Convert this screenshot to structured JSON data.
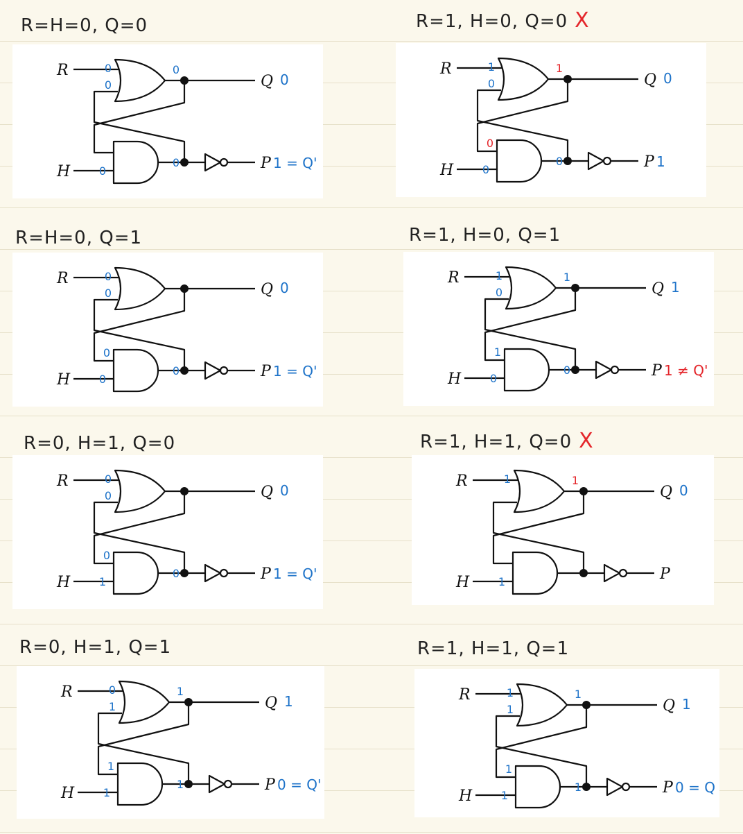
{
  "colors": {
    "paper": "#fbf8ec",
    "ruled_line": "#e6e0c9",
    "circuit_ink": "#111111",
    "annotation_blue": "#1e73c9",
    "annotation_red": "#e4262b"
  },
  "labels": {
    "r_input": "R",
    "h_input": "H",
    "q_output": "Q",
    "p_output": "P"
  },
  "cases": [
    {
      "heading": "R=H=0, Q=0",
      "heading_mark": "",
      "r_mark": "0",
      "or_feedback_mark": "0",
      "q_mark": "0",
      "and_feedback_mark": "",
      "h_mark": "0",
      "and_out_mark": "0",
      "q_note": "0",
      "q_note_color": "blue",
      "p_note": "1 = Q'",
      "p_note_color": "blue",
      "red_marks": []
    },
    {
      "heading": "R=1, H=0, Q=0",
      "heading_mark": "X",
      "r_mark": "1",
      "or_feedback_mark": "0",
      "q_mark": "1",
      "and_feedback_mark": "0",
      "h_mark": "0",
      "and_out_mark": "0",
      "q_note": "0",
      "q_note_color": "blue",
      "p_note": "1",
      "p_note_color": "blue",
      "red_marks": [
        "q_mark",
        "and_feedback_mark"
      ]
    },
    {
      "heading": "R=H=0, Q=1",
      "heading_mark": "",
      "r_mark": "0",
      "or_feedback_mark": "0",
      "q_mark": "",
      "and_feedback_mark": "0",
      "h_mark": "0",
      "and_out_mark": "0",
      "q_note": "0",
      "q_note_color": "blue",
      "p_note": "1 = Q'",
      "p_note_color": "blue",
      "red_marks": []
    },
    {
      "heading": "R=1, H=0, Q=1",
      "heading_mark": "",
      "r_mark": "1",
      "or_feedback_mark": "0",
      "q_mark": "1",
      "and_feedback_mark": "1",
      "h_mark": "0",
      "and_out_mark": "0",
      "q_note": "1",
      "q_note_color": "blue",
      "p_note": "1 ≠ Q'",
      "p_note_color": "red",
      "red_marks": []
    },
    {
      "heading": "R=0, H=1, Q=0",
      "heading_mark": "",
      "r_mark": "0",
      "or_feedback_mark": "0",
      "q_mark": "",
      "and_feedback_mark": "0",
      "h_mark": "1",
      "and_out_mark": "0",
      "q_note": "0",
      "q_note_color": "blue",
      "p_note": "1 = Q'",
      "p_note_color": "blue",
      "red_marks": []
    },
    {
      "heading": "R=1, H=1, Q=0",
      "heading_mark": "X",
      "r_mark": "1",
      "or_feedback_mark": "",
      "q_mark": "1",
      "and_feedback_mark": "",
      "h_mark": "1",
      "and_out_mark": "",
      "q_note": "0",
      "q_note_color": "blue",
      "p_note": "",
      "p_note_color": "blue",
      "red_marks": [
        "q_mark"
      ]
    },
    {
      "heading": "R=0, H=1, Q=1",
      "heading_mark": "",
      "r_mark": "0",
      "or_feedback_mark": "1",
      "q_mark": "1",
      "and_feedback_mark": "1",
      "h_mark": "1",
      "and_out_mark": "1",
      "q_note": "1",
      "q_note_color": "blue",
      "p_note": "0 = Q'",
      "p_note_color": "blue",
      "red_marks": []
    },
    {
      "heading": "R=1, H=1, Q=1",
      "heading_mark": "",
      "r_mark": "1",
      "or_feedback_mark": "1",
      "q_mark": "1",
      "and_feedback_mark": "1",
      "h_mark": "1",
      "and_out_mark": "1",
      "q_note": "1",
      "q_note_color": "blue",
      "p_note": "0 = Q",
      "p_note_color": "blue",
      "red_marks": []
    }
  ]
}
